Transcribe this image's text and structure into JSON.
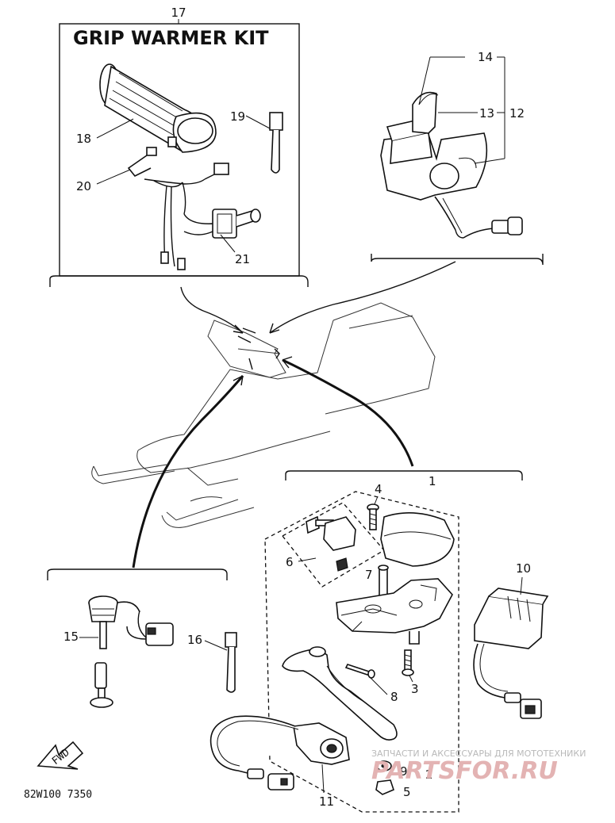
{
  "kit": {
    "title": "GRIP WARMER KIT",
    "number": "17"
  },
  "callouts": {
    "c1": "1",
    "c2": "2",
    "c3": "3",
    "c4": "4",
    "c5": "5",
    "c6": "6",
    "c7": "7",
    "c8": "8",
    "c9": "9",
    "c10": "10",
    "c11": "11",
    "c12": "12",
    "c13": "13",
    "c14": "14",
    "c15": "15",
    "c16": "16",
    "c18": "18",
    "c19": "19",
    "c20": "20",
    "c21": "21"
  },
  "fwd_label": "FWD",
  "drawing_code": "82W100 7350",
  "watermark": {
    "text": "ЗАПЧАСТИ И АКСЕССУАРЫ ДЛЯ МОТОТЕХНИКИ",
    "logo": "PARTSFOR.RU"
  }
}
